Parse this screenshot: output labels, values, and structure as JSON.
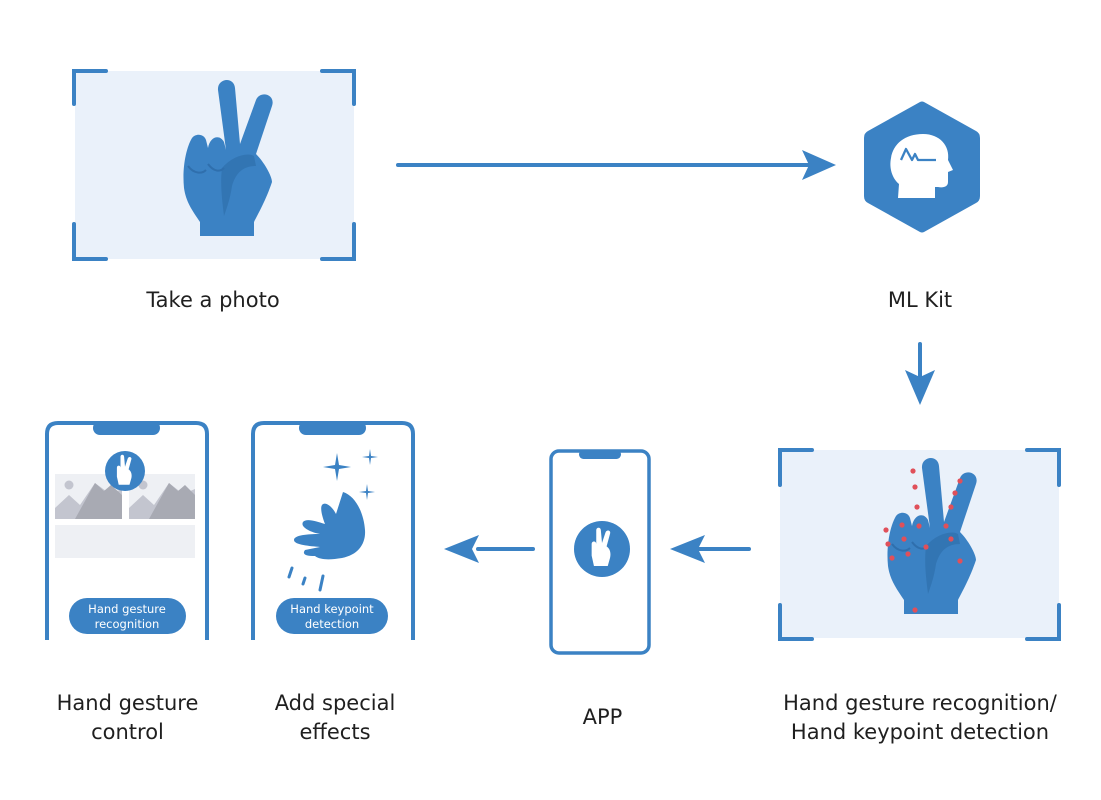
{
  "diagram": {
    "title": "",
    "colors": {
      "primary": "#3b82c4",
      "frame_fill": "#eaf1fa",
      "keypoint": "#e0505a",
      "placeholder_gray": "#c3c5cf",
      "placeholder_dark": "#a8aab3",
      "panel_gray": "#eef0f4"
    },
    "nodes": [
      {
        "id": "take-photo",
        "label": "Take a photo",
        "icon": "peace-hand-icon"
      },
      {
        "id": "ml-kit",
        "label": "ML Kit",
        "icon": "ml-head-icon"
      },
      {
        "id": "detection",
        "label_lines": [
          "Hand gesture recognition/",
          "Hand keypoint detection"
        ],
        "icon": "peace-hand-keypoints-icon"
      },
      {
        "id": "app",
        "label": "APP",
        "icon": "phone-peace-icon"
      },
      {
        "id": "special-effects",
        "label_lines": [
          "Add special",
          "effects"
        ],
        "screen_pill_lines": [
          "Hand keypoint",
          "detection"
        ],
        "icon": "phone-hand-sparkle-icon"
      },
      {
        "id": "gesture-control",
        "label_lines": [
          "Hand gesture",
          "control"
        ],
        "screen_pill_lines": [
          "Hand gesture",
          "recognition"
        ],
        "icon": "phone-gallery-icon"
      }
    ],
    "edges": [
      {
        "from": "take-photo",
        "to": "ml-kit",
        "direction": "right"
      },
      {
        "from": "ml-kit",
        "to": "detection",
        "direction": "down"
      },
      {
        "from": "detection",
        "to": "app",
        "direction": "left"
      },
      {
        "from": "app",
        "to": "special-effects",
        "direction": "left"
      }
    ]
  }
}
